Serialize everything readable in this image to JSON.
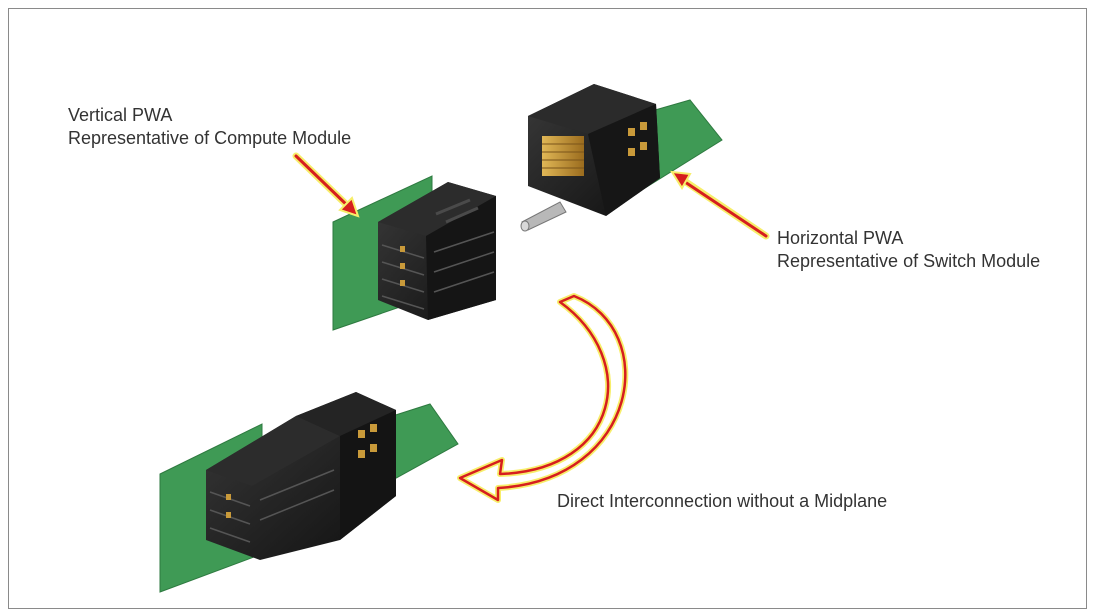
{
  "labels": {
    "vertical": {
      "line1": "Vertical PWA",
      "line2": "Representative of Compute Module"
    },
    "horizontal": {
      "line1": "Horizontal PWA",
      "line2": "Representative of Switch Module"
    },
    "direct": "Direct Interconnection without a Midplane"
  },
  "colors": {
    "pcb_green": "#3f9a55",
    "connector_black": "#1b1b1b",
    "arrow_red": "#d61e1e",
    "arrow_glow": "#f7ee6a",
    "pin_gold": "#c99a3a"
  }
}
